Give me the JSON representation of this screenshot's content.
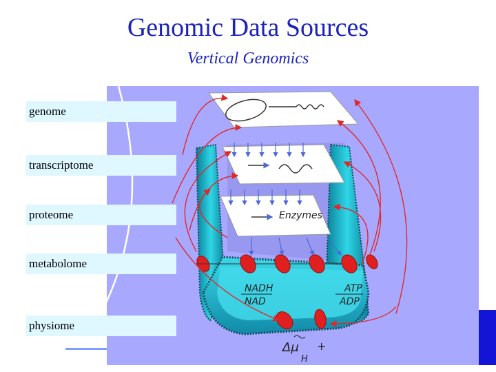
{
  "title": "Genomic Data Sources",
  "subtitle": "Vertical Genomics",
  "layers": [
    {
      "label": "genome"
    },
    {
      "label": "transcriptome"
    },
    {
      "label": "proteome"
    },
    {
      "label": "metabolome"
    },
    {
      "label": "physiome"
    }
  ],
  "diagram": {
    "enzymes_label": "Enzymes",
    "nadh": "NADH",
    "nad": "NAD",
    "atp": "ATP",
    "adp": "ADP",
    "delta_mu": "Δμ",
    "h_sub": "H",
    "plus": "+"
  },
  "colors": {
    "title": "#1d24b8",
    "panel": "#a8a8ff",
    "label_bg": "#dff7ff",
    "cell_teal": "#2ec8d8",
    "arrow_red": "#e02828",
    "blob_red": "#e02020"
  }
}
